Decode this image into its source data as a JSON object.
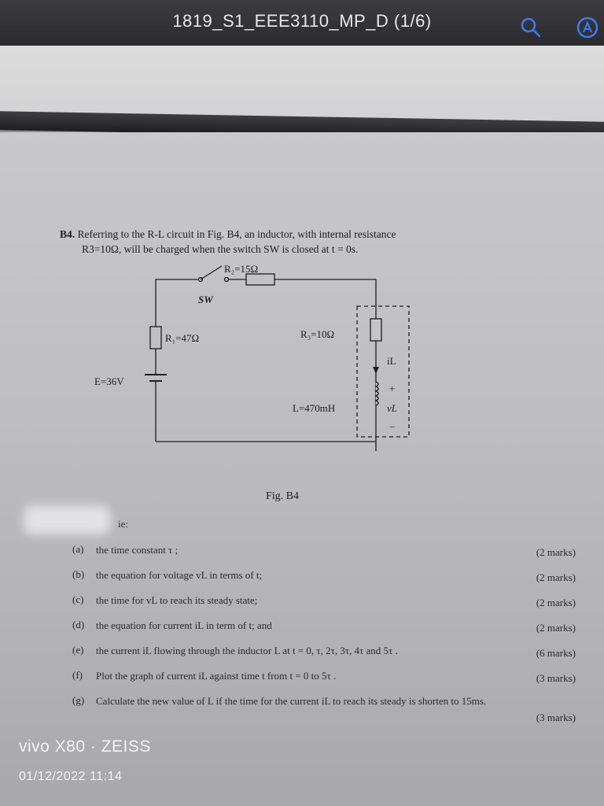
{
  "viewer": {
    "title": "1819_S1_EEE3110_MP_D (1/6)",
    "icons": [
      "search-icon",
      "annotate-icon"
    ]
  },
  "question": {
    "number": "B4.",
    "line1": "Referring to the R-L circuit in Fig. B4, an inductor, with internal resistance",
    "line2": "R3=10Ω, will be charged when the switch SW is closed at t = 0s."
  },
  "circuit": {
    "R2": "R₂=15Ω",
    "SW": "SW",
    "R1": "R₁=47Ω",
    "R3": "R₃=10Ω",
    "E": "E=36V",
    "iL": "iL",
    "plus": "+",
    "vL": "vL",
    "minus": "−",
    "L": "L=470mH"
  },
  "figure_caption": "Fig. B4",
  "intro_fragment": "ie:",
  "parts": [
    {
      "letter": "(a)",
      "text": "the time constant τ ;",
      "marks": "(2 marks)"
    },
    {
      "letter": "(b)",
      "text": "the equation for voltage vL in terms of t;",
      "marks": "(2 marks)"
    },
    {
      "letter": "(c)",
      "text": "the time for vL to reach its steady state;",
      "marks": "(2 marks)"
    },
    {
      "letter": "(d)",
      "text": "the equation for current iL in term of t; and",
      "marks": "(2 marks)"
    },
    {
      "letter": "(e)",
      "text": "the current iL flowing through the inductor L at t = 0, τ, 2τ, 3τ, 4τ and 5τ .",
      "marks": "(6 marks)"
    },
    {
      "letter": "(f)",
      "text": "Plot the graph of current iL against time t from t = 0 to 5τ .",
      "marks": "(3 marks)"
    },
    {
      "letter": "(g)",
      "text": "Calculate the new value of L if the time for the current iL to reach its steady is shorten to 15ms.",
      "marks": "(3 marks)"
    }
  ],
  "watermark": {
    "device": "vivo X80 · ZEISS",
    "datetime": "01/12/2022 11:14"
  }
}
